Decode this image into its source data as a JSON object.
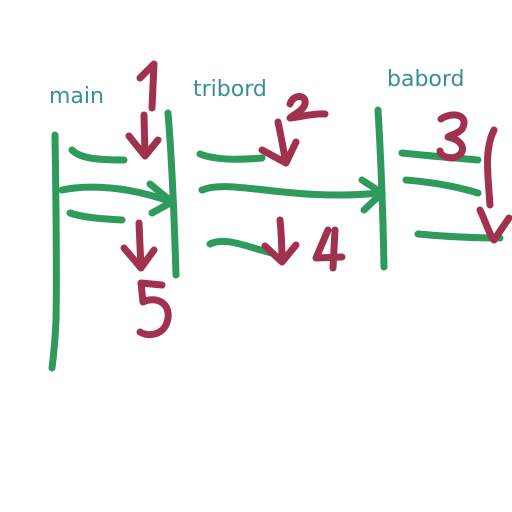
{
  "labels": {
    "main": "main",
    "tribord": "tribord",
    "babord": "babord"
  },
  "colors": {
    "label": "#3b8e98",
    "line": "#2e9b5c",
    "annotation": "#a0324f",
    "background": "#ffffff"
  }
}
